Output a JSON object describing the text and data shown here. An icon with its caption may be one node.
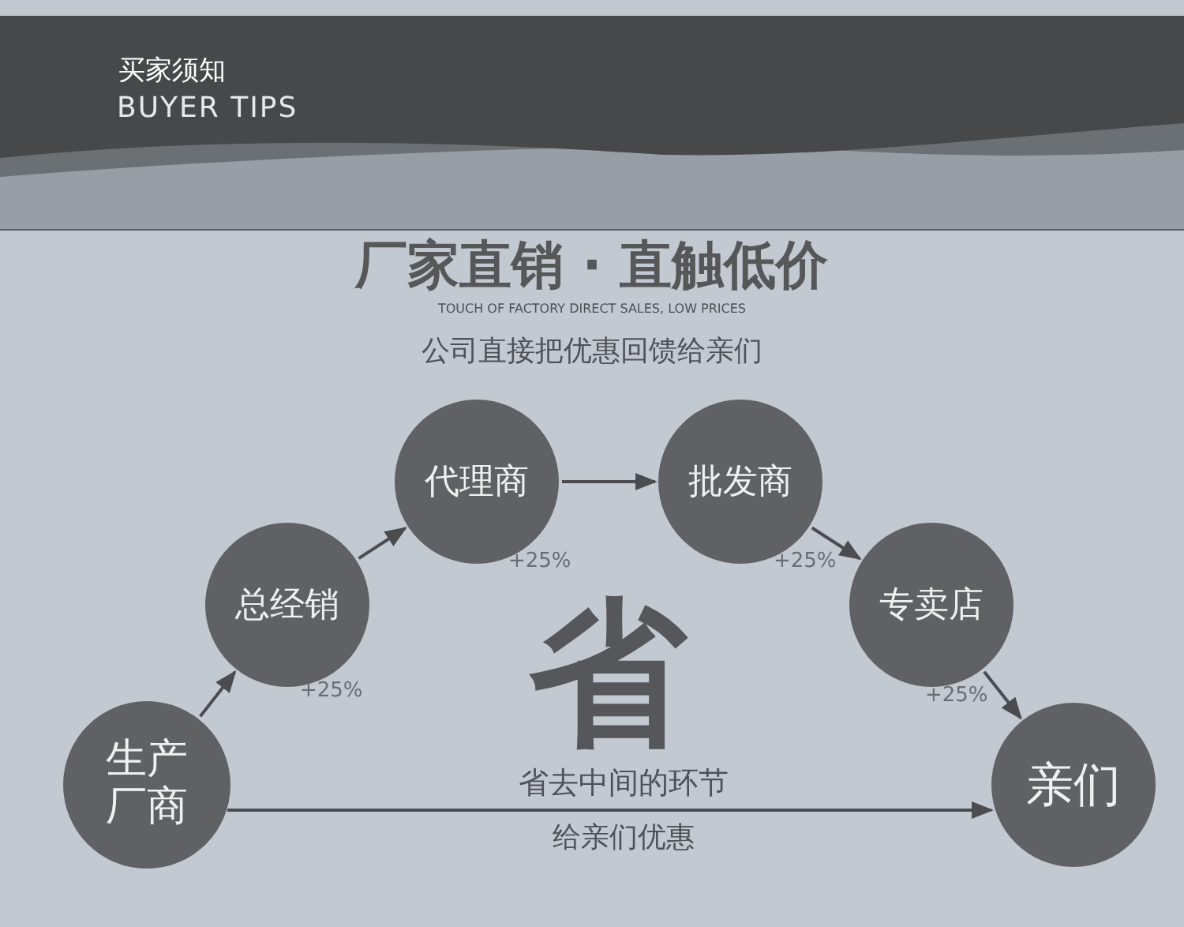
{
  "diagram": {
    "title": "厂家直销 · 直触低价",
    "nodes": [
      {
        "text": [
          "生产厂商"
        ]
      },
      {
        "text": [
          "总经销"
        ]
      },
      {
        "text": [
          "代理商"
        ]
      },
      {
        "text": [
          "批发商"
        ]
      },
      {
        "text": [
          "专卖店"
        ]
      },
      {
        "text": [
          "亲们"
        ]
      }
    ],
    "edges": [
      {
        "from": 0,
        "to": 1,
        "arrow": "to"
      },
      {
        "from": 1,
        "to": 2,
        "arrow": "to"
      },
      {
        "from": 2,
        "to": 3,
        "arrow": "to"
      },
      {
        "from": 3,
        "to": 4,
        "arrow": "to"
      },
      {
        "from": 4,
        "to": 5,
        "arrow": "to"
      },
      {
        "from": 0,
        "to": 5,
        "arrow": "to",
        "label": "省去中间的环节"
      }
    ],
    "labels": [
      "买家须知",
      "BUYER TIPS",
      "TOUCH OF FACTORY DIRECT SALES, LOW PRICES",
      "公司直接把优惠回馈给亲们",
      "+25%",
      "+25%",
      "+25%",
      "+25%",
      "省",
      "给亲们优惠"
    ]
  }
}
